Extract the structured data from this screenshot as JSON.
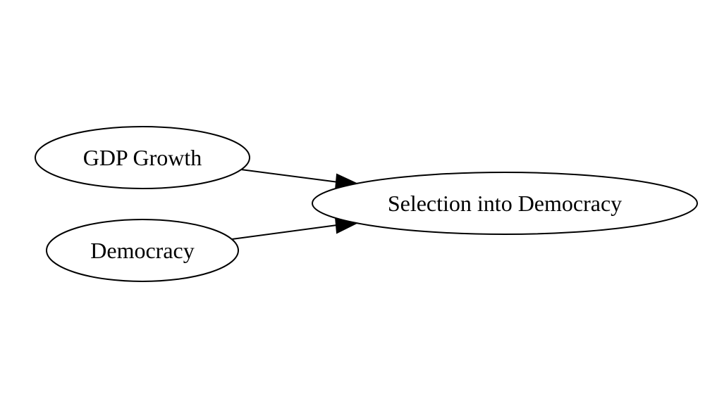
{
  "diagram": {
    "nodes": {
      "gdp_growth": {
        "label": "GDP Growth"
      },
      "democracy": {
        "label": "Democracy"
      },
      "selection": {
        "label": "Selection into Democracy"
      }
    },
    "edges": [
      {
        "from": "gdp_growth",
        "to": "selection"
      },
      {
        "from": "democracy",
        "to": "selection"
      }
    ],
    "colors": {
      "stroke": "#000000",
      "fill": "#ffffff",
      "background": "#ffffff"
    }
  }
}
